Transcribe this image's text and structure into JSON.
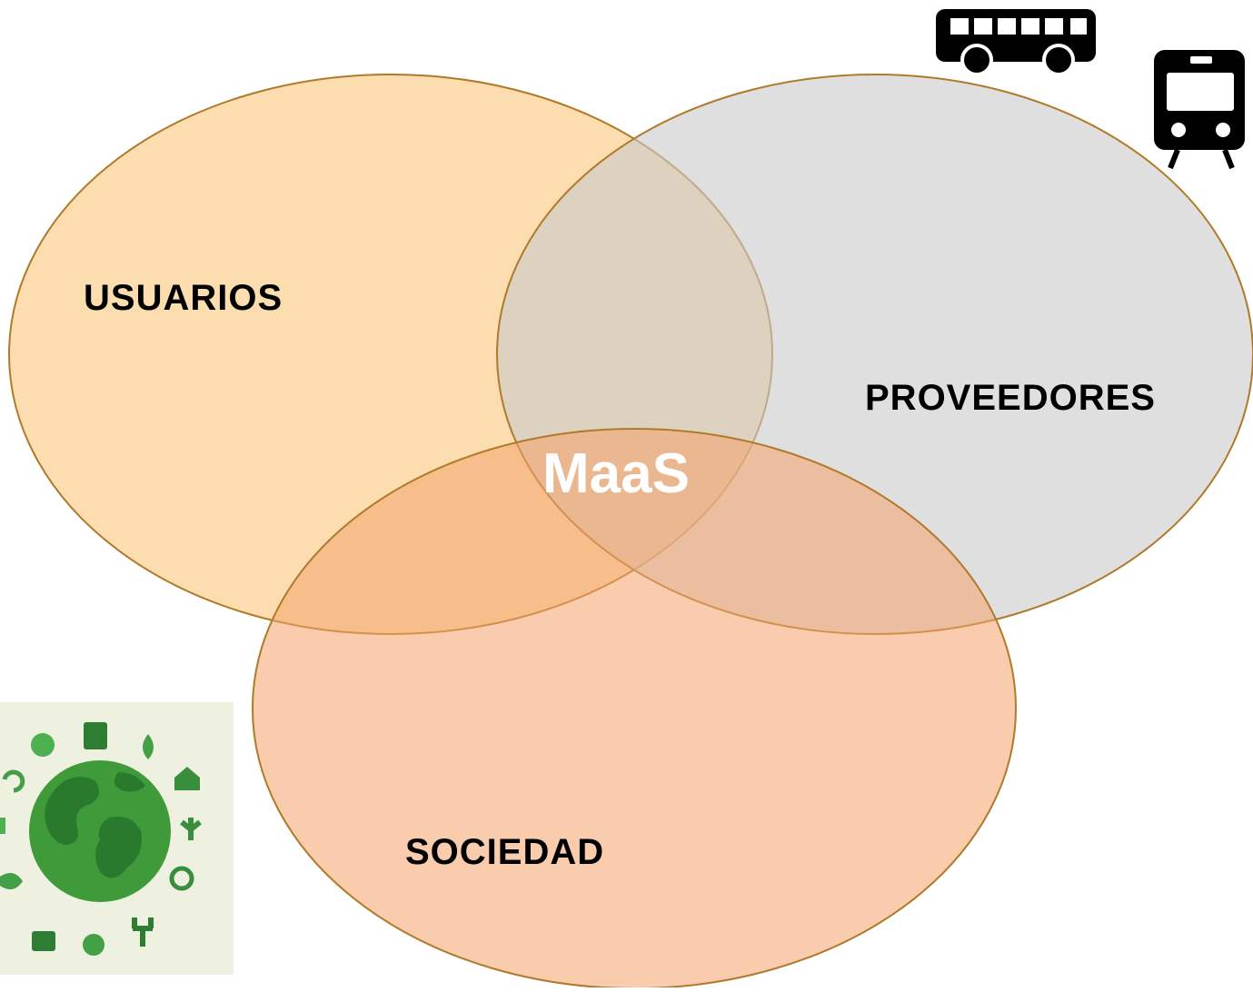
{
  "diagram": {
    "type": "venn",
    "sets": [
      {
        "id": "usuarios",
        "label": "USUARIOS",
        "color": "#f8c77a"
      },
      {
        "id": "proveedores",
        "label": "PROVEEDORES",
        "color": "#c9c9c9"
      },
      {
        "id": "sociedad",
        "label": "SOCIEDAD",
        "color": "#f4a26b"
      }
    ],
    "center_label": "MaaS",
    "outline_color": "#b07a2a"
  },
  "icons": [
    "bus-icon",
    "train-icon",
    "ecology-globe-icon"
  ],
  "colors": {
    "eco_background": "#eef0e0",
    "eco_green": "#3f9a3a",
    "eco_dark_green": "#2a7a2e"
  }
}
